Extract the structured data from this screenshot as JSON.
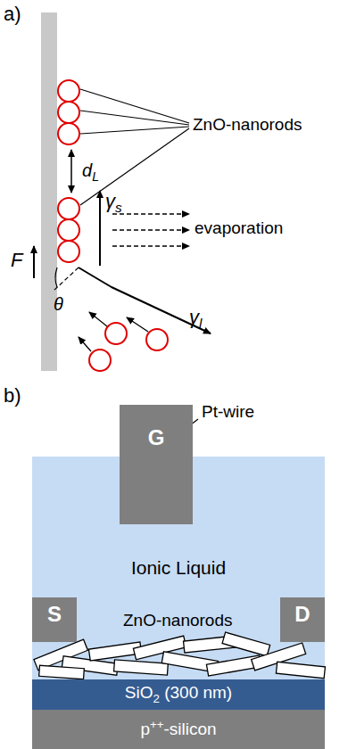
{
  "diagram": {
    "nodes": [
      {
        "text": [
          "G"
        ]
      },
      {
        "text": [
          "Ionic Liquid"
        ]
      },
      {
        "text": [
          "S"
        ],
        "in": 1
      },
      {
        "text": [
          "D"
        ],
        "in": 1
      },
      {
        "text": [
          "SiO2 (300 nm)"
        ]
      },
      {
        "text": [
          "p++-silicon"
        ]
      }
    ],
    "labels": [
      "a)",
      "ZnO-nanorods",
      "dL",
      "γs",
      "evaporation",
      "F",
      "θ",
      "γl",
      "b)",
      "Pt-wire",
      "ZnO-nanorods"
    ]
  }
}
